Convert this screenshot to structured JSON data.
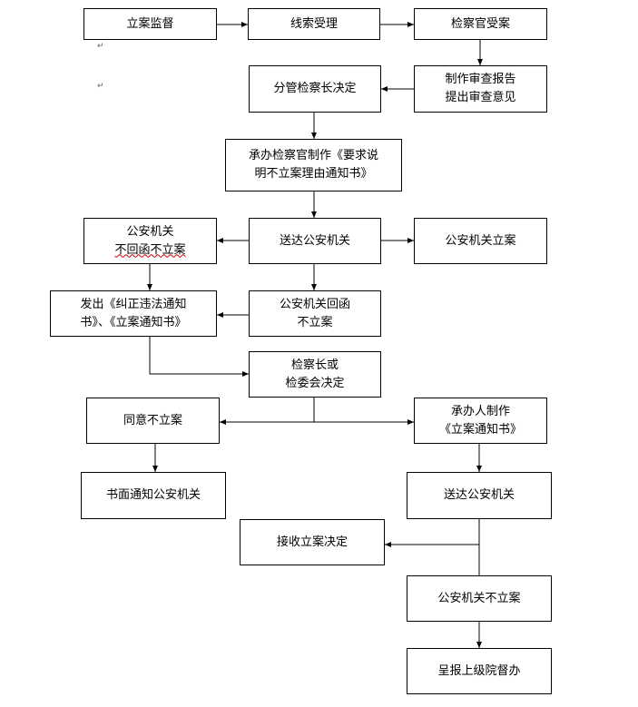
{
  "nodes": {
    "lian_jian_du": [
      "立案监督"
    ],
    "xian_suo_shou_li": [
      "线索受理"
    ],
    "jian_cha_guan_shou_an": [
      "检察官受案"
    ],
    "fen_guan_jue_ding": [
      "分管检察长决定"
    ],
    "zhi_zuo_bao_gao": [
      "制作审查报告",
      "提出审查意见"
    ],
    "cheng_ban_zhi_zuo": [
      "承办检察官制作《要求说",
      "明不立案理由通知书》"
    ],
    "gong_an_bu_hui_han": [
      "公安机关",
      "不回函不立案"
    ],
    "song_da_gong_an_1": [
      "送达公安机关"
    ],
    "gong_an_li_an": [
      "公安机关立案"
    ],
    "fa_chu_tong_zhi": [
      "发出《纠正违法通知",
      "书》、《立案通知书》"
    ],
    "gong_an_hui_han": [
      "公安机关回函",
      "不立案"
    ],
    "jian_cha_zhang_jue_ding": [
      "检察长或",
      "检委会决定"
    ],
    "tong_yi_bu_li_an": [
      "同意不立案"
    ],
    "cheng_ban_ren_zhi_zuo": [
      "承办人制作",
      "《立案通知书》"
    ],
    "shu_mian_tong_zhi": [
      "书面通知公安机关"
    ],
    "song_da_gong_an_2": [
      "送达公安机关"
    ],
    "jie_shou_jue_ding": [
      "接收立案决定"
    ],
    "gong_an_bu_li_an": [
      "公安机关不立案"
    ],
    "cheng_bao_du_ban": [
      "呈报上级院督办"
    ]
  },
  "colors": {
    "line": "#000000",
    "box_border": "#000000",
    "background": "#ffffff"
  }
}
